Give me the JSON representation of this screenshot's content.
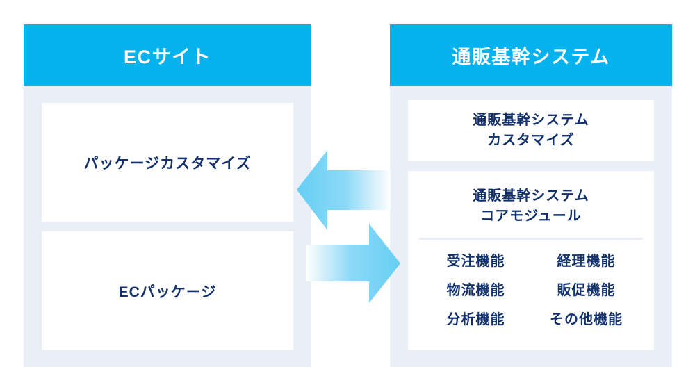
{
  "diagram": {
    "title": "EC site and mail-order core system integration",
    "background_color": "#ffffff",
    "accent_color": "#04b2ee",
    "panel_color": "#eaeff7",
    "text_color": "#12306b",
    "card_color": "#ffffff"
  },
  "left_panel": {
    "header": "ECサイト",
    "cards": [
      {
        "label": "パッケージカスタマイズ"
      },
      {
        "label": "ECパッケージ"
      }
    ]
  },
  "right_panel": {
    "header": "通販基幹システム",
    "customize_card": {
      "line1": "通販基幹システム",
      "line2": "カスタマイズ"
    },
    "core_card": {
      "line1": "通販基幹システム",
      "line2": "コアモジュール",
      "functions": [
        "受注機能",
        "経理機能",
        "物流機能",
        "販促機能",
        "分析機能",
        "その他機能"
      ]
    }
  },
  "arrows": [
    {
      "name": "arrow-right-to-left",
      "direction": "left",
      "gradient_from": "#ffffff",
      "gradient_to": "#6ed2f5"
    },
    {
      "name": "arrow-left-to-right",
      "direction": "right",
      "gradient_from": "#ffffff",
      "gradient_to": "#6ed2f5"
    }
  ]
}
